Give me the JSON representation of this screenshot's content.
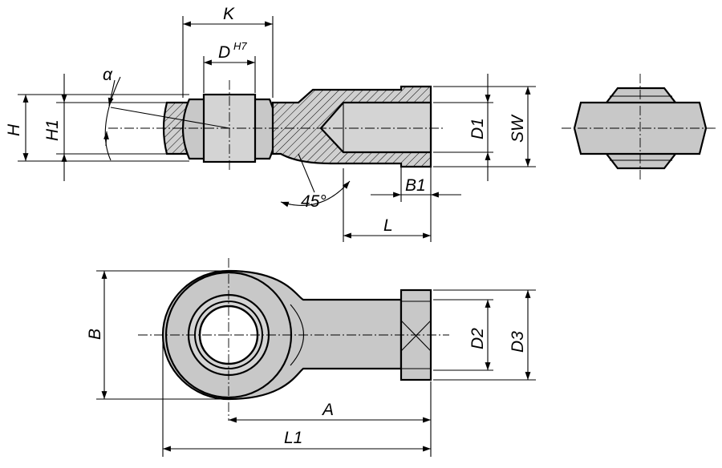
{
  "labels": {
    "K": "K",
    "D": "D",
    "D_sup": "H7",
    "alpha": "α",
    "H": "H",
    "H1": "H1",
    "D1": "D1",
    "SW": "SW",
    "B1": "B1",
    "angle": "45°",
    "L": "L",
    "B": "B",
    "D2": "D2",
    "D3": "D3",
    "A": "A",
    "L1": "L1"
  }
}
